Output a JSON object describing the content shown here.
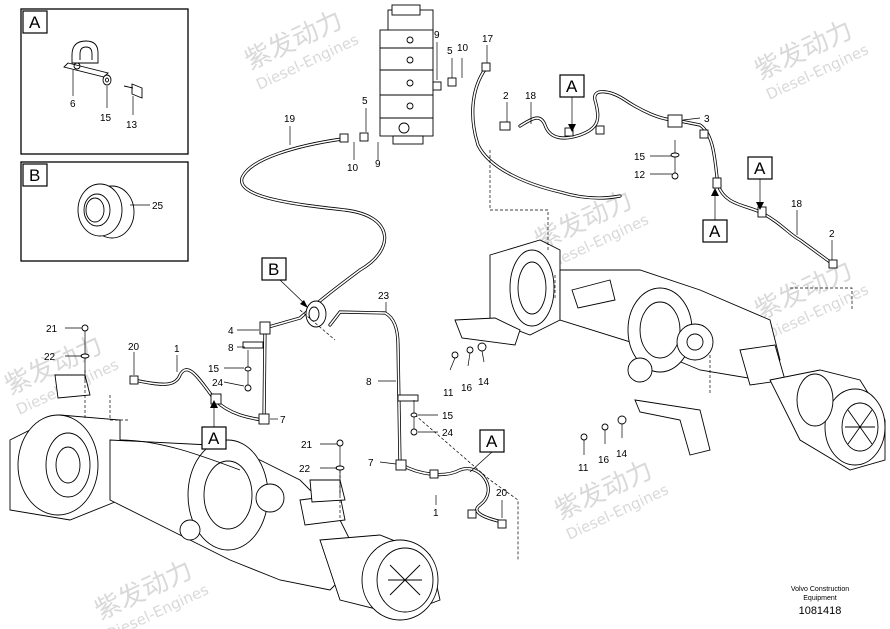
{
  "watermark": {
    "cn": "紫发动力",
    "en": "Diesel-Engines"
  },
  "detail_a": {
    "letter": "A",
    "parts": [
      "6",
      "15",
      "13"
    ]
  },
  "detail_b": {
    "letter": "B",
    "parts": [
      "25"
    ]
  },
  "callouts": {
    "a": "A",
    "b": "B"
  },
  "part_numbers": {
    "p19": "19",
    "p5a": "5",
    "p10a": "10",
    "p9a": "9",
    "p9b": "9",
    "p5b": "5",
    "p10b": "10",
    "p17": "17",
    "p2a": "2",
    "p18a": "18",
    "p3": "3",
    "p15a": "15",
    "p12": "12",
    "p18b": "18",
    "p2b": "2",
    "p23": "23",
    "p4": "4",
    "p8a": "8",
    "p15b": "15",
    "p24a": "24",
    "p7a": "7",
    "p1a": "1",
    "p20a": "20",
    "p21a": "21",
    "p22a": "22",
    "p8b": "8",
    "p15c": "15",
    "p24b": "24",
    "p7b": "7",
    "p21b": "21",
    "p22b": "22",
    "p1b": "1",
    "p20b": "20",
    "p11a": "11",
    "p16a": "16",
    "p14a": "14",
    "p11b": "11",
    "p16b": "16",
    "p14b": "14"
  },
  "footer": {
    "brand_line1": "Volvo Construction",
    "brand_line2": "Equipment",
    "drawing_number": "1081418"
  }
}
